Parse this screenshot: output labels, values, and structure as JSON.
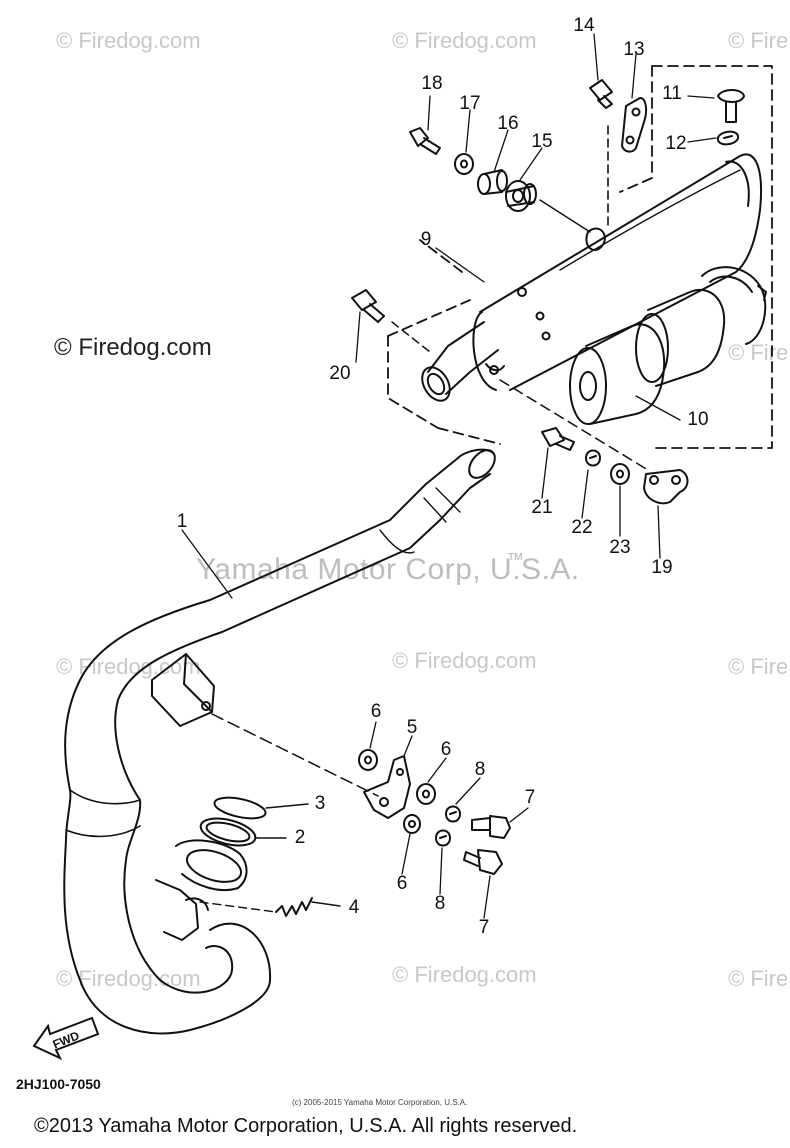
{
  "watermarks": {
    "tl": "© Firedog.com",
    "tm": "© Firedog.com",
    "tr": "© Fire",
    "left_mid": "© Firedog.com",
    "mid_r": "© Fire",
    "mid2_l": "© Firedog.com",
    "mid2_m": "© Firedog.com",
    "mid2_r": "© Fire",
    "bot_l": "© Firedog.com",
    "bot_m": "© Firedog.com",
    "bot_r": "© Fire",
    "yamaha": "Yamaha Motor Corp, U.S.A.",
    "tm_mark": "TM"
  },
  "part_numbers": [
    {
      "id": "p1",
      "label": "1"
    },
    {
      "id": "p2",
      "label": "2"
    },
    {
      "id": "p3",
      "label": "3"
    },
    {
      "id": "p4",
      "label": "4"
    },
    {
      "id": "p5",
      "label": "5"
    },
    {
      "id": "p6a",
      "label": "6"
    },
    {
      "id": "p6b",
      "label": "6"
    },
    {
      "id": "p6c",
      "label": "6"
    },
    {
      "id": "p7a",
      "label": "7"
    },
    {
      "id": "p7b",
      "label": "7"
    },
    {
      "id": "p8a",
      "label": "8"
    },
    {
      "id": "p8b",
      "label": "8"
    },
    {
      "id": "p9",
      "label": "9"
    },
    {
      "id": "p10",
      "label": "10"
    },
    {
      "id": "p11",
      "label": "11"
    },
    {
      "id": "p12",
      "label": "12"
    },
    {
      "id": "p13",
      "label": "13"
    },
    {
      "id": "p14",
      "label": "14"
    },
    {
      "id": "p15",
      "label": "15"
    },
    {
      "id": "p16",
      "label": "16"
    },
    {
      "id": "p17",
      "label": "17"
    },
    {
      "id": "p18",
      "label": "18"
    },
    {
      "id": "p19",
      "label": "19"
    },
    {
      "id": "p20",
      "label": "20"
    },
    {
      "id": "p21",
      "label": "21"
    },
    {
      "id": "p22",
      "label": "22"
    },
    {
      "id": "p23",
      "label": "23"
    }
  ],
  "fwd_label": "FWD",
  "diagram_code": "2HJ100-7050",
  "tiny_copyright": "(c) 2005-2015 Yamaha Motor Corporation, U.S.A.",
  "footer_copyright": "©2013 Yamaha Motor Corporation, U.S.A. All rights reserved."
}
